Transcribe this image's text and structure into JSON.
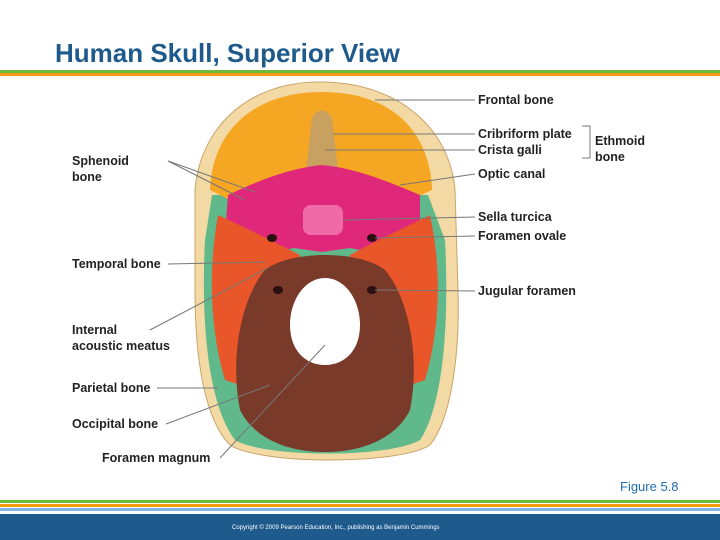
{
  "title": "Human Skull, Superior View",
  "labels": {
    "frontal_bone": "Frontal bone",
    "cribriform_plate": "Cribriform plate",
    "crista_galli": "Crista galli",
    "ethmoid": "Ethmoid",
    "ethmoid_bone": "bone",
    "optic_canal": "Optic canal",
    "sella_turcica": "Sella turcica",
    "foramen_ovale": "Foramen ovale",
    "jugular_foramen": "Jugular foramen",
    "sphenoid": "Sphenoid",
    "sphenoid_bone": "bone",
    "temporal_bone": "Temporal bone",
    "internal": "Internal",
    "acoustic_meatus": "acoustic meatus",
    "parietal_bone": "Parietal bone",
    "occipital_bone": "Occipital bone",
    "foramen_magnum": "Foramen magnum"
  },
  "figure_label": "Figure 5.8",
  "copyright": "Copyright © 2009 Pearson Education, Inc., publishing as Benjamin Cummings",
  "colors": {
    "title": "#1f5a8c",
    "frontal": "#f5a623",
    "sphenoid": "#e0287a",
    "temporal": "#e8562a",
    "occipital": "#7a3a2a",
    "parietal_rim": "#5fb98a",
    "skull_outer": "#f3d9a3"
  }
}
